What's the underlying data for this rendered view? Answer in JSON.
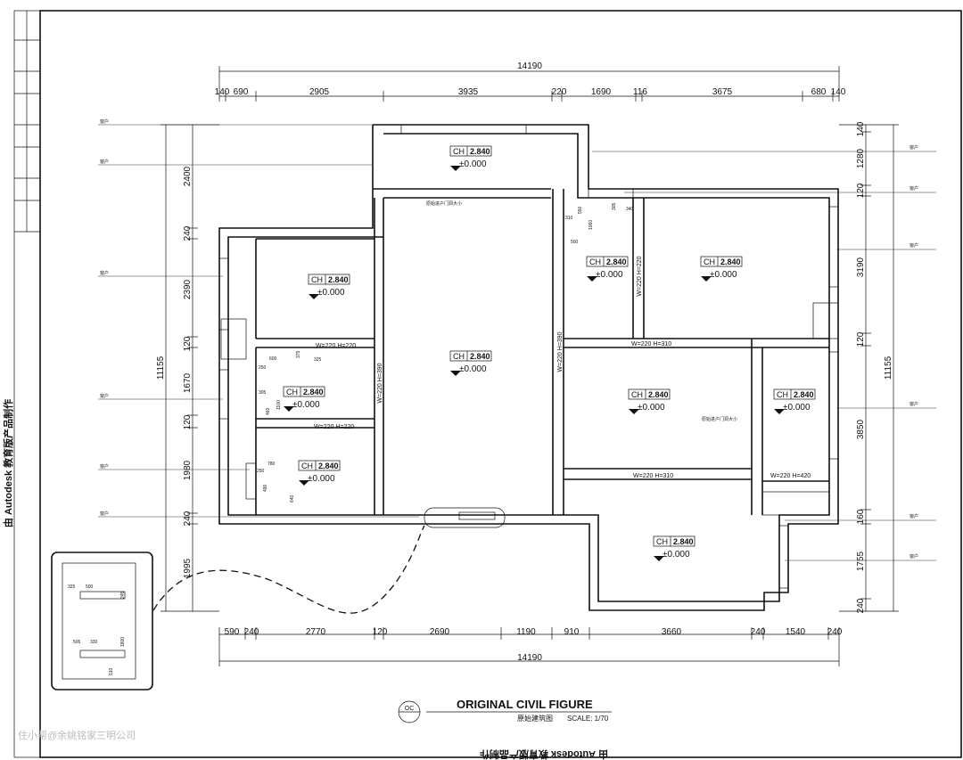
{
  "drawing": {
    "title": "ORIGINAL CIVIL FIGURE",
    "subtitle": "原始建筑图",
    "scale": "SCALE: 1/70",
    "sheet_code": "OC",
    "side_text": "由 Autodesk 教育版产品制作",
    "bottom_text": "由 Autodesk 教育版产品制作",
    "watermark": "住小帮@余姚铭家三明公司"
  },
  "top_dims": {
    "total": "14190",
    "segments": [
      "140",
      "690",
      "2905",
      "3935",
      "220",
      "1690",
      "116",
      "3675",
      "680",
      "140"
    ]
  },
  "bottom_dims": {
    "total": "14190",
    "segments": [
      "590",
      "240",
      "2770",
      "120",
      "2690",
      "1190",
      "910",
      "3660",
      "240",
      "1540",
      "240"
    ]
  },
  "left_dims": {
    "total": "11155",
    "segments": [
      "2400",
      "240",
      "2390",
      "120",
      "1670",
      "120",
      "1980",
      "240",
      "1995"
    ]
  },
  "right_dims": {
    "total": "11155",
    "segments": [
      "140",
      "1280",
      "120",
      "3190",
      "120",
      "3850",
      "160",
      "1755",
      "240"
    ]
  },
  "rooms": [
    {
      "ch": "CH",
      "height": "2.840",
      "elev": "±0.000"
    },
    {
      "ch": "CH",
      "height": "2.840",
      "elev": "±0.000"
    },
    {
      "ch": "CH",
      "height": "2.840",
      "elev": "±0.000"
    },
    {
      "ch": "CH",
      "height": "2.840",
      "elev": "±0.000"
    },
    {
      "ch": "CH",
      "height": "2.840",
      "elev": "±0.000"
    },
    {
      "ch": "CH",
      "height": "2.840",
      "elev": "±0.000"
    },
    {
      "ch": "CH",
      "height": "2.840",
      "elev": "±0.000"
    },
    {
      "ch": "CH",
      "height": "2.840",
      "elev": "±0.000"
    },
    {
      "ch": "CH",
      "height": "2.840",
      "elev": "±0.000"
    },
    {
      "ch": "CH",
      "height": "2.840",
      "elev": "±0.000"
    }
  ],
  "openings": {
    "w220_h220": "W=220 H=220",
    "w220_h390": "W=220 H=390",
    "w220_h310": "W=220 H=310",
    "w220_h420": "W=220 H=420"
  },
  "inner_dims": {
    "d310": "310",
    "d550": "550",
    "d1060": "1060",
    "d305": "305",
    "d340": "340",
    "d500": "500",
    "d600": "600",
    "d375": "375",
    "d325": "325",
    "d250": "250",
    "d1100": "1100",
    "d460": "460",
    "d780": "780",
    "d490": "490",
    "d640": "640"
  },
  "inset": {
    "d325": "325",
    "d500": "500",
    "d245": "245",
    "d505": "505",
    "d330": "330",
    "d1800": "1800",
    "d510": "510"
  },
  "window_note": "窗户",
  "door_note": "原始进户门洞大小"
}
